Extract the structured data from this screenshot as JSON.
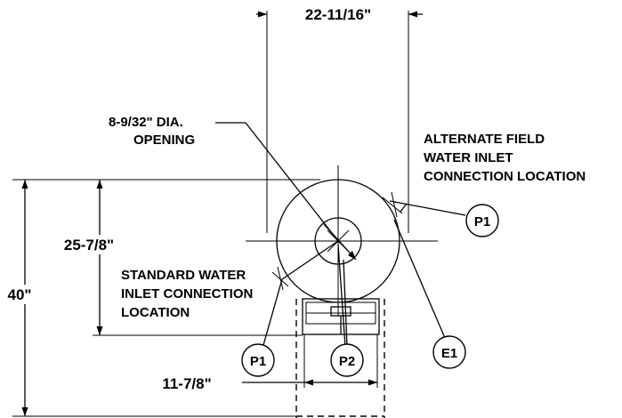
{
  "dimensions": {
    "top_width": "22-11/16\"",
    "overall_height": "40\"",
    "center_height": "25-7/8\"",
    "base_width": "11-7/8\""
  },
  "callouts": {
    "opening_line1": "8-9/32\" DIA.",
    "opening_line2": "OPENING",
    "alternate_line1": "ALTERNATE FIELD",
    "alternate_line2": "WATER INLET",
    "alternate_line3": "CONNECTION LOCATION",
    "standard_line1": "STANDARD WATER",
    "standard_line2": "INLET CONNECTION",
    "standard_line3": "LOCATION"
  },
  "tags": {
    "p1_right": "P1",
    "p1_left": "P1",
    "p2": "P2",
    "e1": "E1"
  }
}
